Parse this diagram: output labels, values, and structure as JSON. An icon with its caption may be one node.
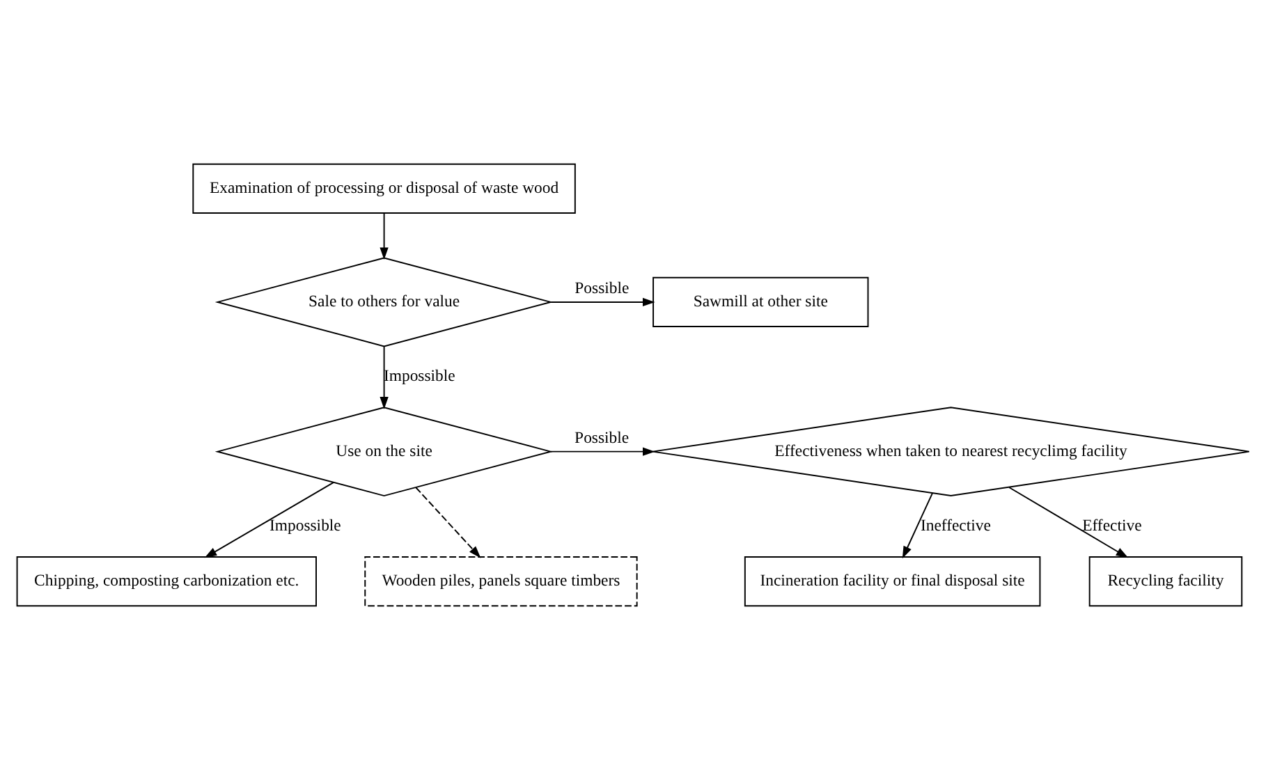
{
  "diagram": {
    "nodes": [
      {
        "text": [
          "Examination of processing or disposal of waste wood"
        ]
      },
      {
        "text": [
          "Sale to others for value"
        ]
      },
      {
        "text": [
          "Sawmill at other site"
        ]
      },
      {
        "text": [
          "Use on the site"
        ]
      },
      {
        "text": [
          "Effectiveness when taken to nearest recyclimg facility"
        ]
      },
      {
        "text": [
          "Chipping, composting carbonization etc."
        ]
      },
      {
        "text": [
          "Wooden piles, panels square timbers"
        ]
      },
      {
        "text": [
          "Incineration facility or final disposal site"
        ]
      },
      {
        "text": [
          "Recycling facility"
        ]
      }
    ],
    "edges": [
      {
        "from": 0,
        "to": 1,
        "arrow": "to"
      },
      {
        "from": 1,
        "to": 2,
        "arrow": "to",
        "label": "Possible"
      },
      {
        "from": 1,
        "to": 3,
        "arrow": "to",
        "label": "Impossible"
      },
      {
        "from": 3,
        "to": 4,
        "arrow": "to",
        "label": "Possible"
      },
      {
        "from": 3,
        "to": 5,
        "arrow": "to",
        "label": "Impossible"
      },
      {
        "from": 3,
        "to": 6,
        "arrow": "to",
        "style": "dashed"
      },
      {
        "from": 4,
        "to": 7,
        "arrow": "to",
        "label": "Ineffective"
      },
      {
        "from": 4,
        "to": 8,
        "arrow": "to",
        "label": "Effective"
      }
    ]
  }
}
